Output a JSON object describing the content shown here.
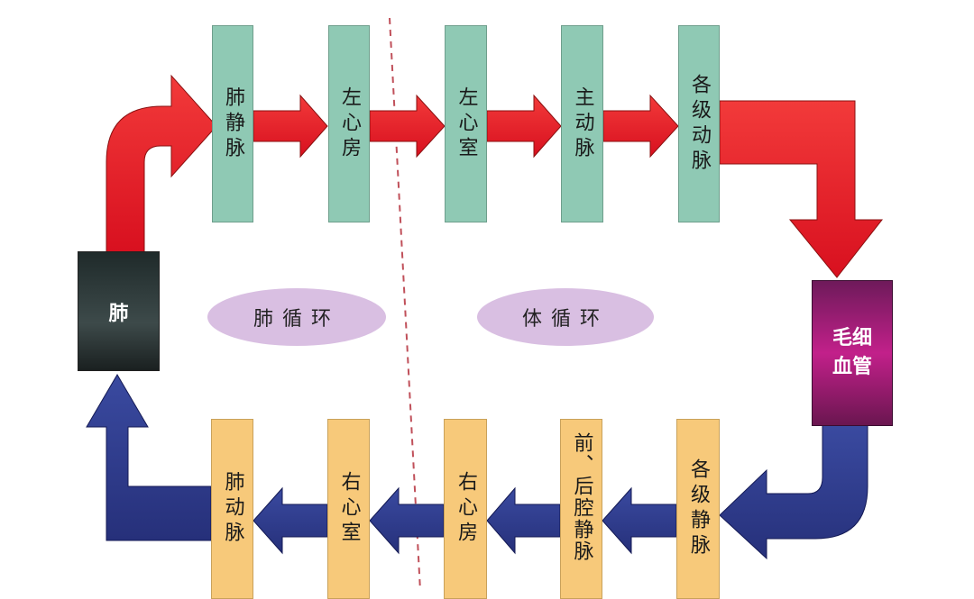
{
  "diagram": {
    "top_row": [
      {
        "id": "pulmonary-vein",
        "label": "肺静脉"
      },
      {
        "id": "left-atrium",
        "label": "左心房"
      },
      {
        "id": "left-ventricle",
        "label": "左心室"
      },
      {
        "id": "aorta",
        "label": "主动脉"
      },
      {
        "id": "arteries",
        "label": "各级动脉"
      }
    ],
    "bottom_row": [
      {
        "id": "pulmonary-artery",
        "label": "肺动脉"
      },
      {
        "id": "right-ventricle",
        "label": "右心室"
      },
      {
        "id": "right-atrium",
        "label": "右心房"
      },
      {
        "id": "vena-cava",
        "label": "前、后腔静脉"
      },
      {
        "id": "veins",
        "label": "各级静脉"
      }
    ],
    "lung": {
      "label": "肺"
    },
    "capillaries": {
      "label": "毛细血管"
    },
    "circuits": {
      "pulmonary": "肺循环",
      "systemic": "体循环"
    },
    "colors": {
      "oxygenated": "#e8172a",
      "deoxygenated": "#2f3a8f",
      "top_box": "#8fc9b4",
      "bottom_box": "#f7c97a",
      "ellipse": "#d9bfe2",
      "divider": "#c0505a"
    }
  }
}
